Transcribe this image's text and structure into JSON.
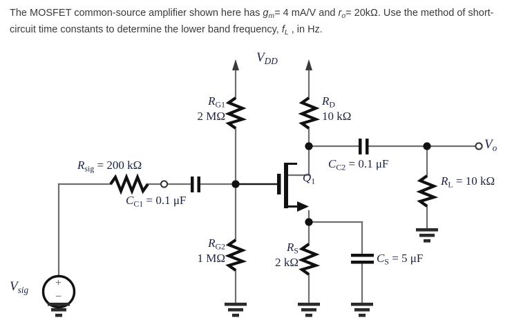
{
  "problem": {
    "line1_a": "The MOSFET common-source amplifier shown here has ",
    "gm_symbol": "g",
    "gm_sub": "m",
    "line1_b": "= 4 mA/V and ",
    "ro_symbol": "r",
    "ro_sub": "o",
    "line1_c": "= 20kΩ.  Use the",
    "line2_a": "method of short-circuit time constants to determine the lower band frequency, ",
    "fl_symbol": "f",
    "fl_sub": "L",
    "line2_b": " , in Hz."
  },
  "circuit": {
    "supply_label": "V",
    "supply_sub": "DD",
    "rg1": {
      "name": "R",
      "sub": "G1",
      "value": "2 MΩ"
    },
    "rg2": {
      "name": "R",
      "sub": "G2",
      "value": "1 MΩ"
    },
    "rd": {
      "name": "R",
      "sub": "D",
      "value": "10 kΩ"
    },
    "rs": {
      "name": "R",
      "sub": "S",
      "value": "2 kΩ"
    },
    "rl": {
      "name": "R",
      "sub": "L",
      "eq": " = 10 kΩ"
    },
    "rsig": {
      "name": "R",
      "sub": "sig",
      "eq": " = 200 kΩ"
    },
    "cc1": {
      "name": "C",
      "sub": "C1",
      "eq": " = 0.1 μF"
    },
    "cc2": {
      "name": "C",
      "sub": "C2",
      "eq": " = 0.1 μF"
    },
    "cs": {
      "name": "C",
      "sub": "S",
      "eq": " = 5 μF"
    },
    "transistor": {
      "name": "Q",
      "sub": "1"
    },
    "vsig": {
      "name": "V",
      "sub": "sig"
    },
    "vout": {
      "name": "V",
      "sub": "o"
    },
    "source_plus": "+",
    "source_minus": "−",
    "colors": {
      "wire": "#6e6e6e",
      "component": "#1a1a1a",
      "label": "#1c2340",
      "text": "#3a3a3a"
    }
  }
}
